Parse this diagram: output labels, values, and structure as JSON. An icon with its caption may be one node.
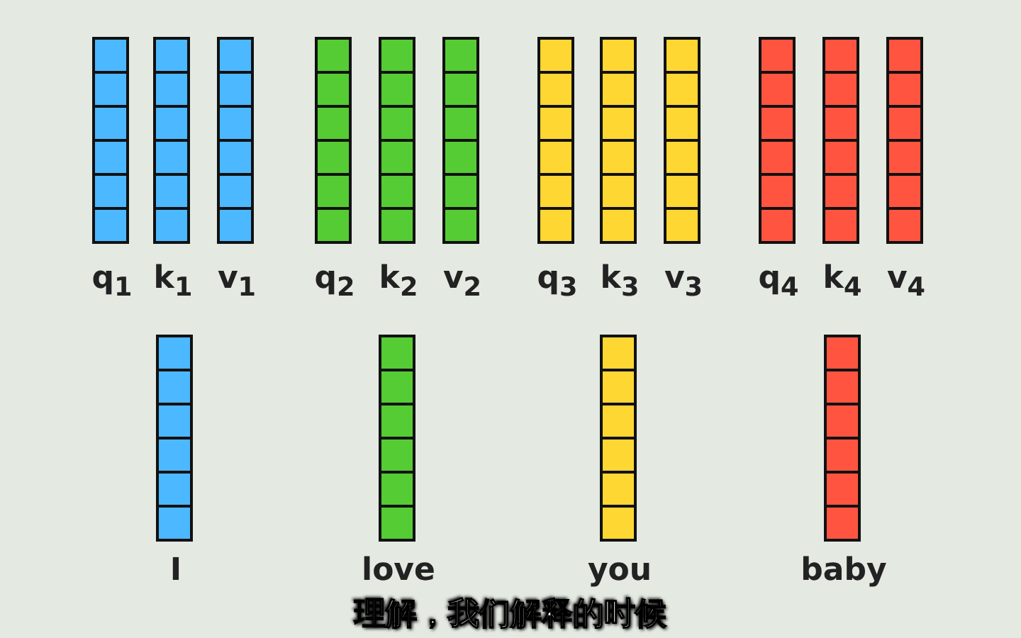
{
  "diagram": {
    "nodes": [
      {
        "text": [
          "q$_{1}$"
        ]
      },
      {
        "text": [
          "k$_{1}$"
        ]
      },
      {
        "text": [
          "v$_{1}$"
        ]
      },
      {
        "text": [
          "q$_{2}$"
        ]
      },
      {
        "text": [
          "k$_{2}$"
        ]
      },
      {
        "text": [
          "v$_{2}$"
        ]
      },
      {
        "text": [
          "q$_{3}$"
        ]
      },
      {
        "text": [
          "k$_{3}$"
        ]
      },
      {
        "text": [
          "v$_{3}$"
        ]
      },
      {
        "text": [
          "q$_{4}$"
        ]
      },
      {
        "text": [
          "k$_{4}$"
        ]
      },
      {
        "text": [
          "v$_{4}$"
        ]
      },
      {
        "text": [
          "I"
        ]
      },
      {
        "text": [
          "love"
        ]
      },
      {
        "text": [
          "you"
        ]
      },
      {
        "text": [
          "baby"
        ]
      }
    ],
    "edges": [],
    "labels": [
      "理解，我们解释的时候"
    ]
  }
}
